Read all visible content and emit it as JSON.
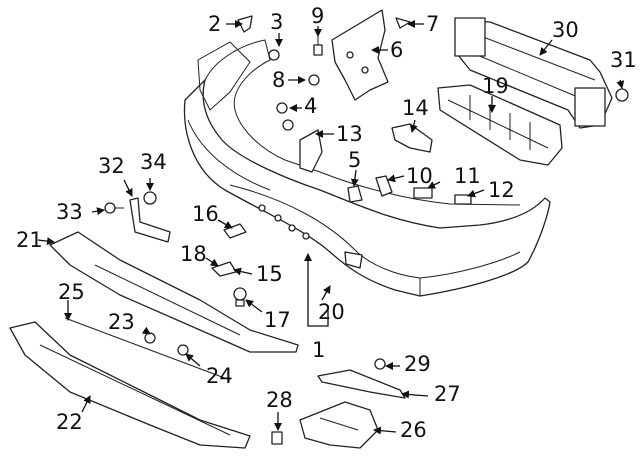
{
  "diagram": {
    "callouts": [
      "1",
      "2",
      "3",
      "4",
      "5",
      "6",
      "7",
      "8",
      "9",
      "10",
      "11",
      "12",
      "13",
      "14",
      "15",
      "16",
      "17",
      "18",
      "19",
      "20",
      "21",
      "22",
      "23",
      "24",
      "25",
      "26",
      "27",
      "28",
      "29",
      "30",
      "31",
      "32",
      "33",
      "34"
    ]
  }
}
